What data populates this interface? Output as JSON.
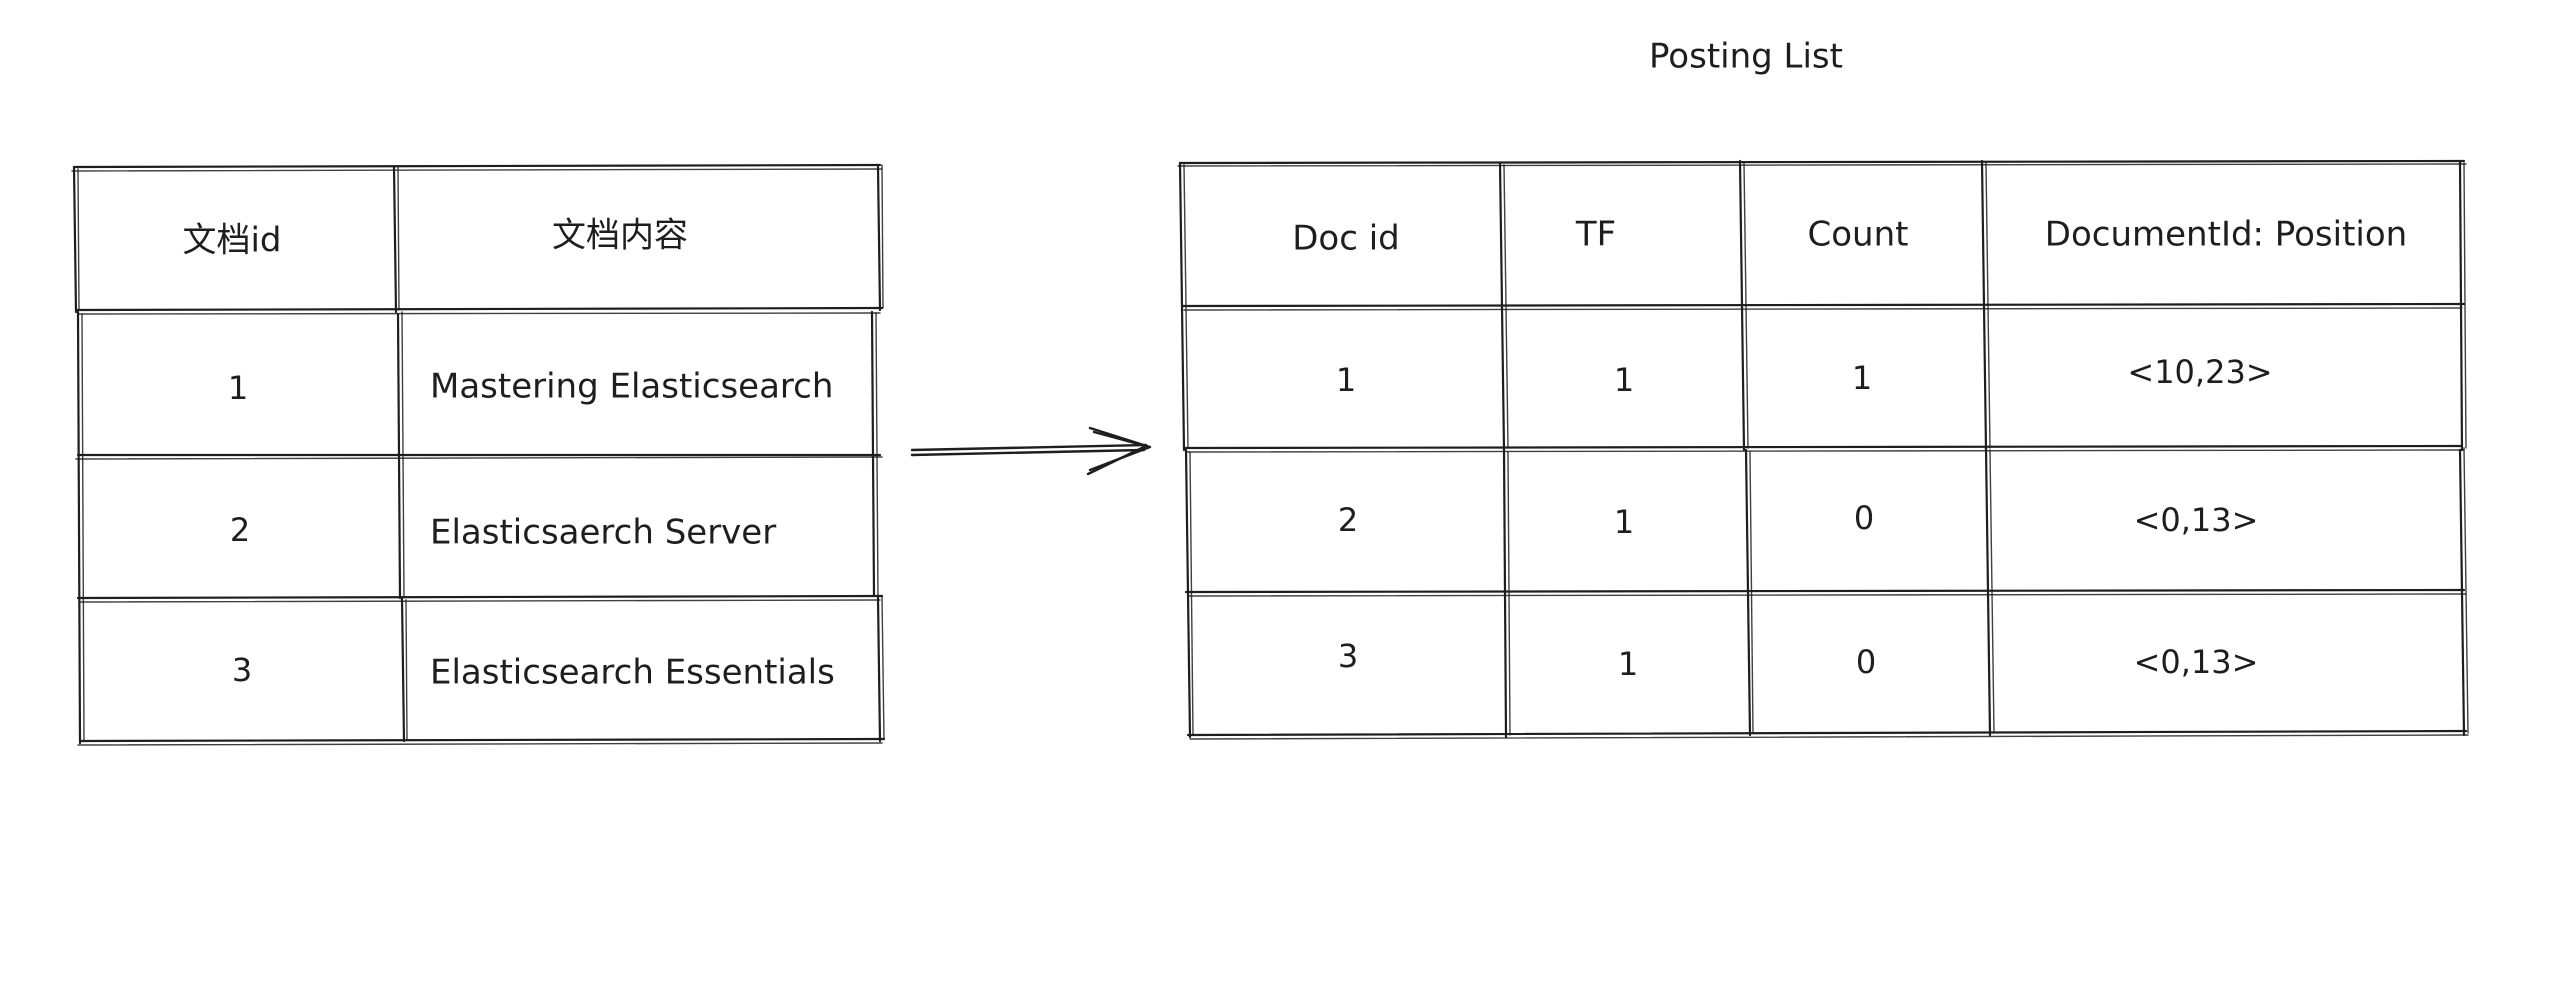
{
  "documents_table": {
    "headers": [
      "文档id",
      "文档内容"
    ],
    "rows": [
      [
        "1",
        "Mastering Elasticsearch"
      ],
      [
        "2",
        "Elasticsaerch Server"
      ],
      [
        "3",
        "Elasticsearch Essentials"
      ]
    ]
  },
  "posting_list": {
    "title": "Posting List",
    "headers": [
      "Doc id",
      "TF",
      "Count",
      "DocumentId: Position"
    ],
    "rows": [
      [
        "1",
        "1",
        "1",
        "<10,23>"
      ],
      [
        "2",
        "1",
        "0",
        "<0,13>"
      ],
      [
        "3",
        "1",
        "0",
        "<0,13>"
      ]
    ]
  },
  "arrow": {
    "from": "documents_table",
    "to": "posting_list"
  }
}
